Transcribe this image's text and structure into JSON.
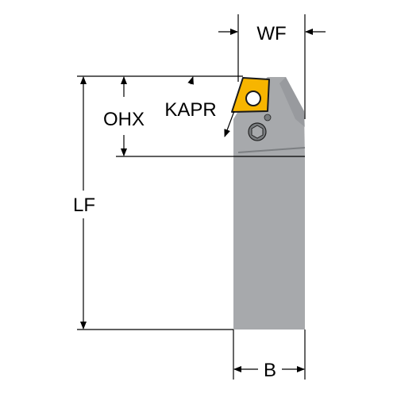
{
  "labels": {
    "wf": "WF",
    "ohx": "OHX",
    "kapr": "KAPR",
    "lf": "LF",
    "b": "B"
  },
  "colors": {
    "body": "#a7a9ac",
    "body_shadow": "#8e9194",
    "insert": "#f7b500",
    "insert_edge": "#1a1a1a",
    "line": "#000000",
    "background": "#ffffff"
  }
}
